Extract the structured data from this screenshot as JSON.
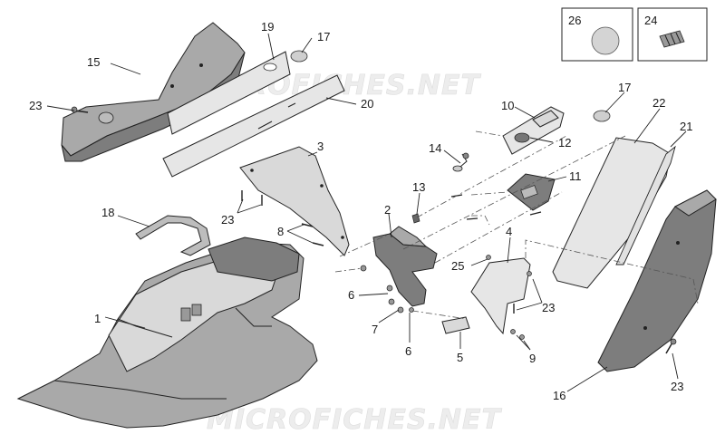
{
  "watermarks": [
    "MICROFICHES.NET",
    "MICROFICHES.NET"
  ],
  "callouts": {
    "c1": "1",
    "c2": "2",
    "c3": "3",
    "c4": "4",
    "c5": "5",
    "c6a": "6",
    "c6b": "6",
    "c7": "7",
    "c8": "8",
    "c9": "9",
    "c10": "10",
    "c11": "11",
    "c12": "12",
    "c13": "13",
    "c14": "14",
    "c15": "15",
    "c16": "16",
    "c17a": "17",
    "c17b": "17",
    "c18": "18",
    "c19": "19",
    "c20": "20",
    "c21": "21",
    "c22": "22",
    "c23a": "23",
    "c23b": "23",
    "c23c": "23",
    "c23d": "23",
    "c24": "24",
    "c25": "25",
    "c26": "26"
  }
}
